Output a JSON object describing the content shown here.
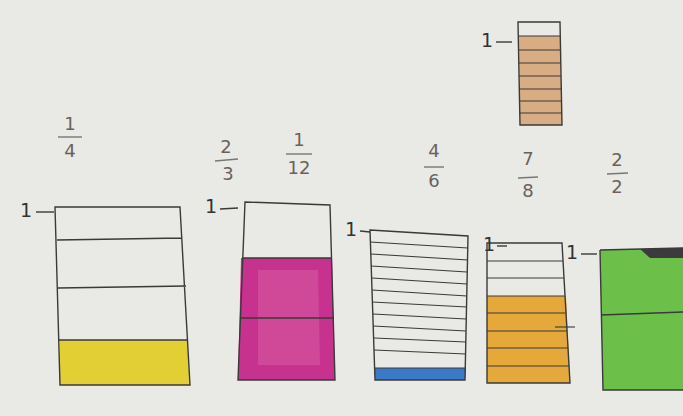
{
  "diagram": {
    "labels": [
      "1",
      "4",
      "2",
      "3",
      "1",
      "12",
      "4",
      "6",
      "7",
      "8",
      "2",
      "2",
      "1",
      "1",
      "1",
      "1",
      "1",
      "1"
    ]
  }
}
